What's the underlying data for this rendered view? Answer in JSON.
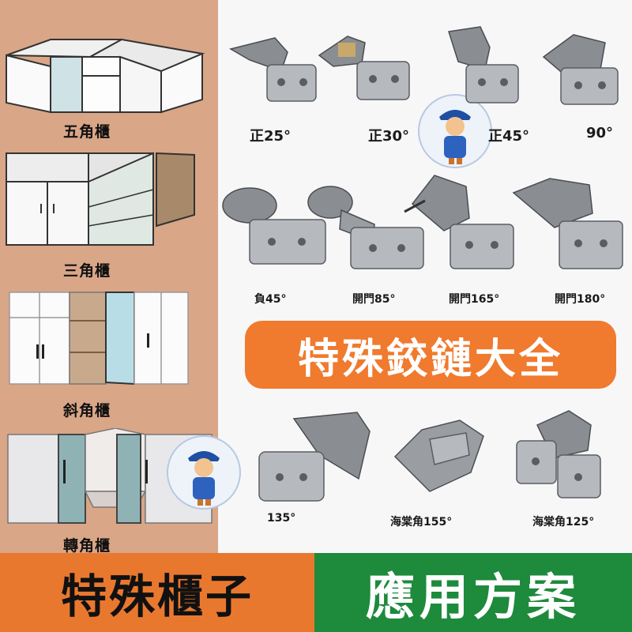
{
  "cabinets": [
    {
      "label": "五角櫃"
    },
    {
      "label": "三角櫃"
    },
    {
      "label": "斜角櫃"
    },
    {
      "label": "轉角櫃"
    }
  ],
  "hinges": [
    {
      "label": "正25°"
    },
    {
      "label": "正30°"
    },
    {
      "label": "正45°"
    },
    {
      "label": "90°"
    },
    {
      "label": "負45°"
    },
    {
      "label": "開門85°"
    },
    {
      "label": "開門165°"
    },
    {
      "label": "開門180°"
    },
    {
      "label": "135°"
    },
    {
      "label": "海棠角155°"
    },
    {
      "label": "海棠角125°"
    }
  ],
  "banner": {
    "title": "特殊鉸鏈大全"
  },
  "footer": {
    "left": "特殊櫃子",
    "right": "應用方案"
  },
  "colors": {
    "left_bg": "#d9a687",
    "banner": "#f07a2e",
    "footer_left": "#e9782f",
    "footer_right": "#1e8a3c"
  }
}
